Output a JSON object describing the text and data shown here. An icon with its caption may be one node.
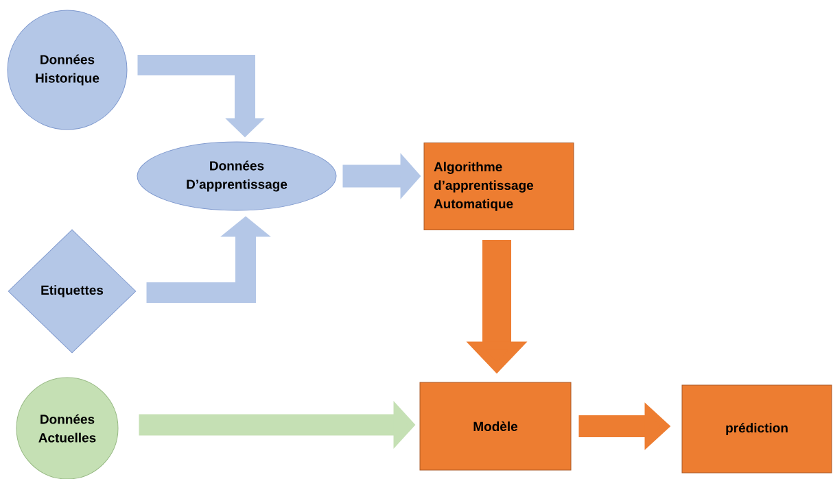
{
  "diagram": {
    "nodes": [
      {
        "text": [
          "Données Historique"
        ]
      },
      {
        "text": [
          "Données D’apprentissage"
        ]
      },
      {
        "text": [
          "Etiquettes"
        ]
      },
      {
        "text": [
          "Algorithme d’apprentissage Automatique"
        ]
      },
      {
        "text": [
          "Données Actuelles"
        ]
      },
      {
        "text": [
          "Modèle"
        ]
      },
      {
        "text": [
          "prédiction"
        ]
      }
    ],
    "edges": [
      {
        "from": 0,
        "to": 1,
        "arrow": "to",
        "color": "#b4c7e7"
      },
      {
        "from": 2,
        "to": 1,
        "arrow": "to",
        "color": "#b4c7e7"
      },
      {
        "from": 1,
        "to": 3,
        "arrow": "to",
        "color": "#b4c7e7"
      },
      {
        "from": 3,
        "to": 5,
        "arrow": "to",
        "color": "#ed7d31"
      },
      {
        "from": 4,
        "to": 5,
        "arrow": "to",
        "color": "#c5e0b4"
      },
      {
        "from": 5,
        "to": 6,
        "arrow": "to",
        "color": "#ed7d31"
      }
    ]
  }
}
